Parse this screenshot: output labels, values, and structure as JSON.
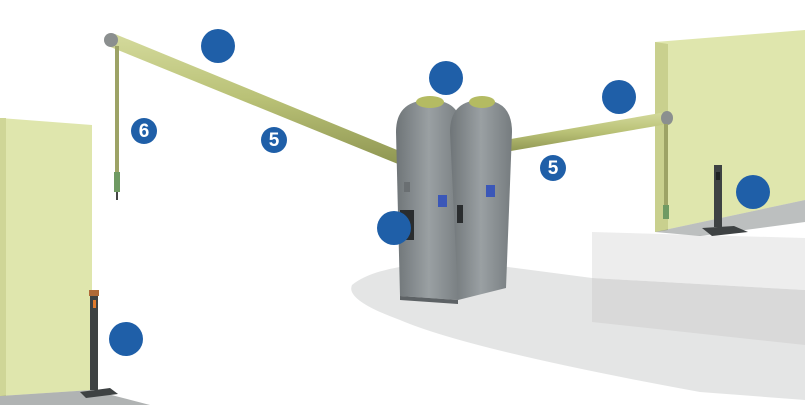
{
  "colors": {
    "background": "#ffffff",
    "marker": "#1f5fa8",
    "marker_text": "#ffffff",
    "wall": "#dfe6ad",
    "wall_side": "#c9d08e",
    "boom": "#b9c176",
    "cabinet": "#8d9396",
    "panel": "#3b57b8",
    "ground_shadow": "#e3e4e4",
    "curb": "#e8e8e8"
  },
  "markers": {
    "m1": "",
    "m2": "",
    "m3": "",
    "m4": "",
    "m5": "",
    "m6": "",
    "m7": "6",
    "m8": "5",
    "m9": "5"
  }
}
